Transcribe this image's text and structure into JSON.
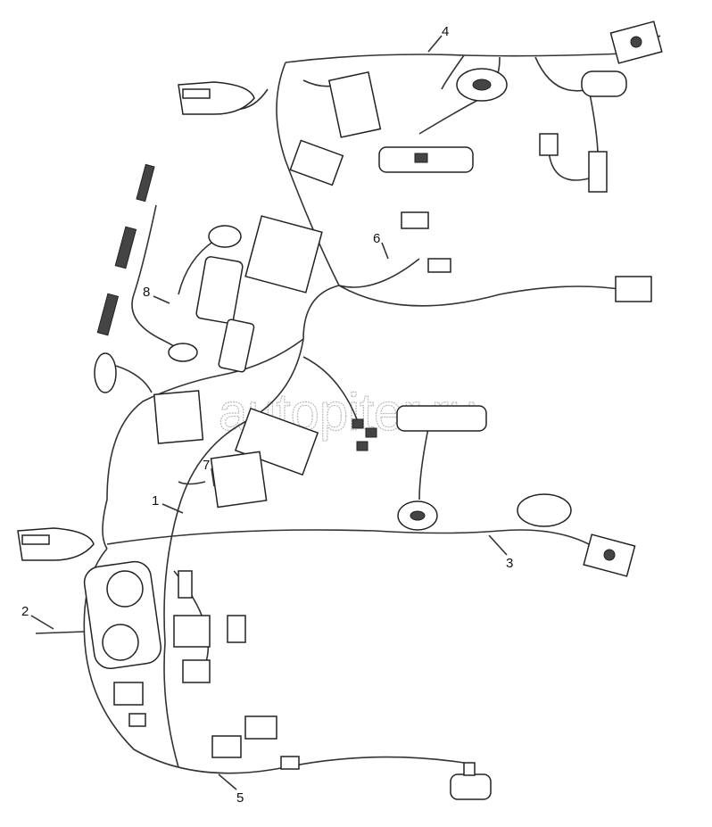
{
  "diagram": {
    "title": "Wiring harness assembly",
    "callouts": [
      "1",
      "2",
      "3",
      "4",
      "5",
      "6",
      "7",
      "8"
    ],
    "watermark": "@ autopiter.ru"
  }
}
